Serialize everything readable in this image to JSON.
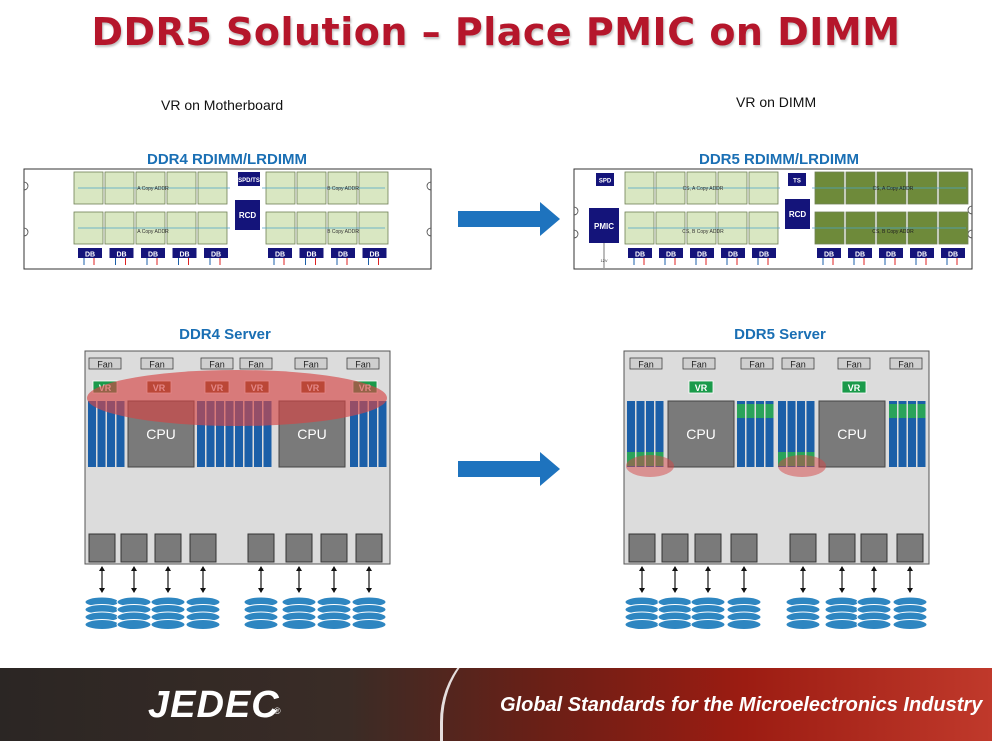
{
  "title": "DDR5 Solution – Place PMIC on DIMM",
  "left_subtitle": "VR on Motherboard",
  "right_subtitle": "VR on DIMM",
  "ddr4_dimm": {
    "heading": "DDR4 RDIMM/LRDIMM",
    "spd_label": "SPD/TS",
    "rcd_label": "RCD",
    "db_label": "DB",
    "addr_labels": [
      "A Copy ADDR",
      "B Copy ADDR",
      "A Copy ADDR",
      "B Copy ADDR"
    ]
  },
  "ddr5_dimm": {
    "heading": "DDR5 RDIMM/LRDIMM",
    "spd_label": "SPD",
    "ts_label": "TS",
    "pmic_label": "PMIC",
    "rcd_label": "RCD",
    "db_label": "DB",
    "input_label": "12V",
    "addr_labels": [
      "CS, A Copy ADDR",
      "CS, A Copy ADDR",
      "CS, B Copy ADDR",
      "CS, B Copy ADDR"
    ]
  },
  "ddr4_server": {
    "heading": "DDR4 Server",
    "fan_label": "Fan",
    "vr_label": "VR",
    "cpu_label": "CPU"
  },
  "ddr5_server": {
    "heading": "DDR5 Server",
    "fan_label": "Fan",
    "vr_label": "VR",
    "cpu_label": "CPU"
  },
  "footer": {
    "logo": "JEDEC",
    "registered": "®",
    "tagline": "Global Standards for the Microelectronics Industry"
  },
  "colors": {
    "title": "#b5162b",
    "heading": "#1a6fb4",
    "dimm_blue": "#1b5fa8",
    "chip_light": "#d9e7c2",
    "chip_dark": "#6e8a3a",
    "db_navy": "#14147a",
    "vr_green": "#1a9a4a",
    "vr_brown": "#8a4a1e",
    "arrow_blue": "#1e73be",
    "highlight_red": "#d64545"
  }
}
